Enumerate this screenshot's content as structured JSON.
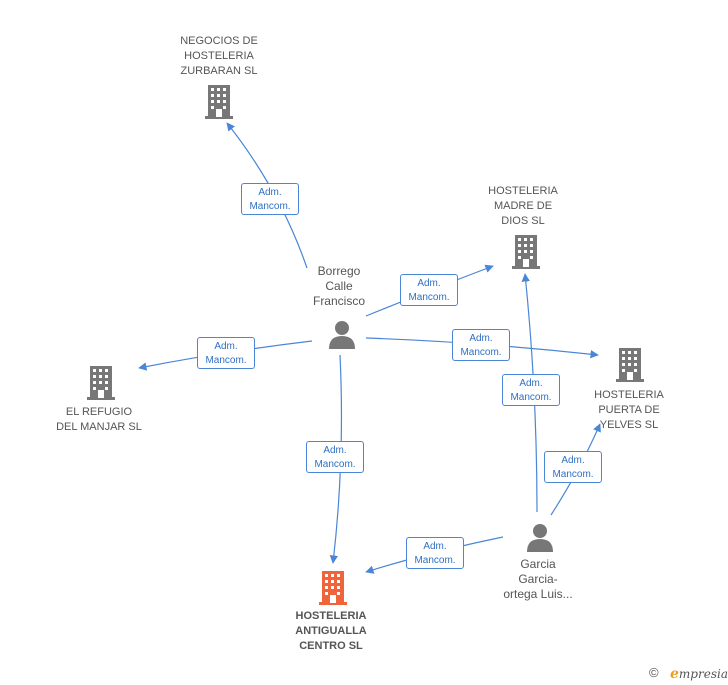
{
  "nodes": {
    "negocios": {
      "lines": [
        "NEGOCIOS DE",
        "HOSTELERIA",
        "ZURBARAN SL"
      ],
      "type": "company"
    },
    "madre": {
      "lines": [
        "HOSTELERIA",
        "MADRE DE",
        "DIOS  SL"
      ],
      "type": "company"
    },
    "refugio": {
      "lines": [
        "EL REFUGIO",
        "DEL MANJAR SL"
      ],
      "type": "company"
    },
    "puerta": {
      "lines": [
        "HOSTELERIA",
        "PUERTA DE",
        "YELVES SL"
      ],
      "type": "company"
    },
    "antigualla": {
      "lines": [
        "HOSTELERIA",
        "ANTIGUALLA",
        "CENTRO SL"
      ],
      "type": "main-company"
    },
    "borrego": {
      "lines": [
        "Borrego",
        "Calle",
        "Francisco"
      ],
      "type": "person"
    },
    "garcia": {
      "lines": [
        "Garcia",
        "Garcia-",
        "ortega Luis..."
      ],
      "type": "person"
    }
  },
  "edge_label": {
    "line1": "Adm.",
    "line2": "Mancom."
  },
  "colors": {
    "edge": "#4a86d6",
    "company": "#777777",
    "main_company": "#f0643c",
    "person": "#777777"
  },
  "footer": {
    "copyright": "©",
    "brand_initial": "e",
    "brand_rest": "mpresia"
  }
}
